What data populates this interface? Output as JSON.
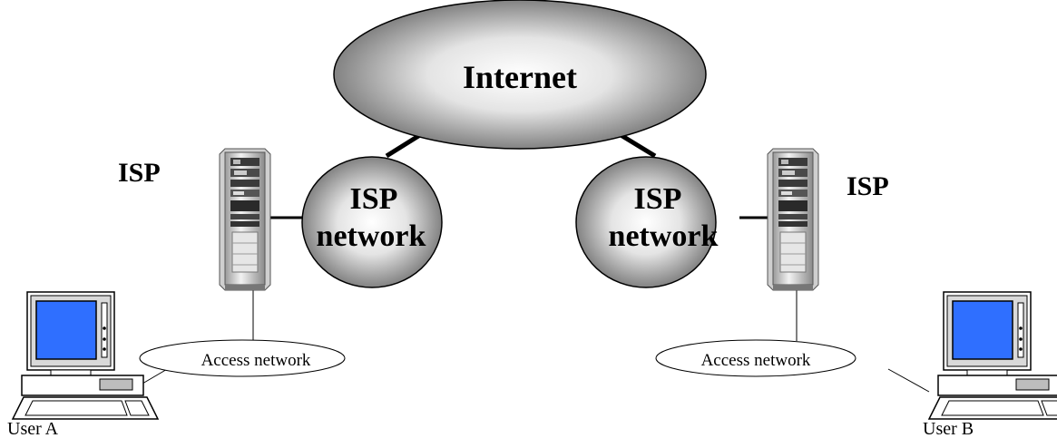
{
  "internet": {
    "label": "Internet"
  },
  "isp_left": {
    "label": "ISP",
    "network_line1": "ISP",
    "network_line2": "network"
  },
  "isp_right": {
    "label": "ISP",
    "network_line1": "ISP",
    "network_line2": "network"
  },
  "access_left": {
    "label": "Access network"
  },
  "access_right": {
    "label": "Access network"
  },
  "user_a": {
    "label": "User A"
  },
  "user_b": {
    "label": "User B"
  },
  "colors": {
    "screen": "#2f6fff",
    "cloud_dark": "#707070",
    "cloud_light": "#ffffff"
  }
}
